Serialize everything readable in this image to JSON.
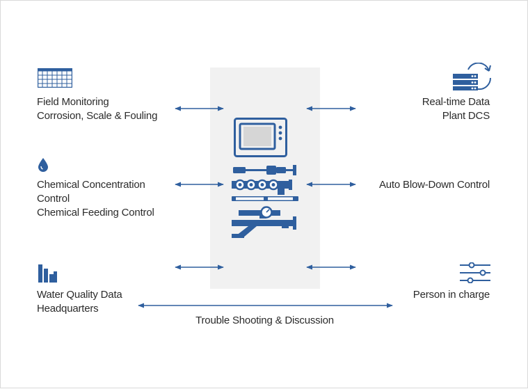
{
  "colors": {
    "accent": "#2f5f9e",
    "panel": "#f1f1f1",
    "text": "#2b2b2b"
  },
  "left_nodes": [
    {
      "icon": "grid-icon",
      "lines": [
        "Field Monitoring",
        "Corrosion, Scale & Fouling"
      ]
    },
    {
      "icon": "water-drop-icon",
      "lines": [
        "Chemical Concentration",
        "Control",
        "Chemical Feeding Control"
      ]
    },
    {
      "icon": "bar-chart-icon",
      "lines": [
        "Water Quality Data",
        "Headquarters"
      ]
    }
  ],
  "right_nodes": [
    {
      "icon": "server-sync-icon",
      "lines": [
        "Real-time Data",
        "Plant DCS"
      ]
    },
    {
      "icon": "valve-icon",
      "lines": [
        "Auto Blow-Down Control"
      ]
    },
    {
      "icon": "sliders-icon",
      "lines": [
        "Person in charge"
      ]
    }
  ],
  "bottom_label": "Trouble Shooting & Discussion"
}
